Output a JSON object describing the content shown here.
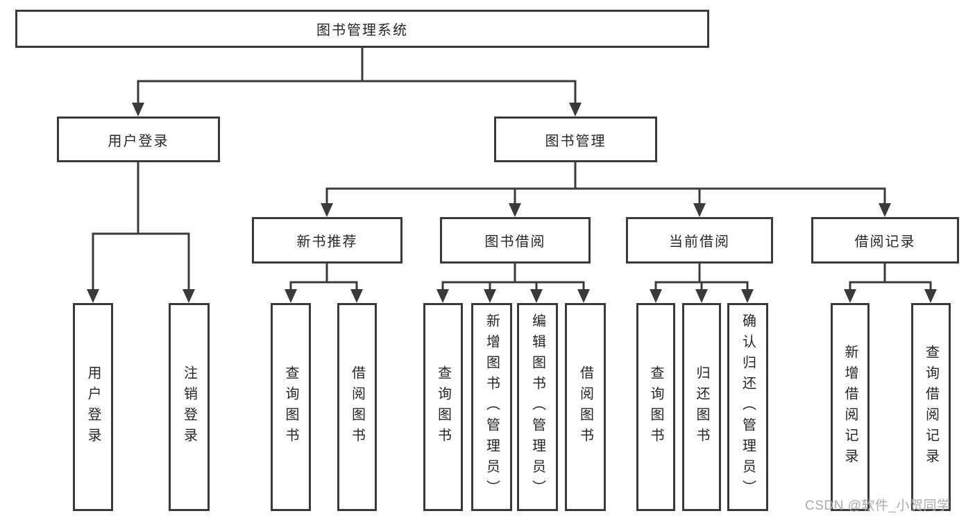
{
  "tree": {
    "root": {
      "label": "图书管理系统"
    },
    "login": {
      "label": "用户登录",
      "children": [
        "用户登录",
        "注销登录"
      ]
    },
    "manage": {
      "label": "图书管理",
      "sections": [
        {
          "label": "新书推荐",
          "children": [
            "查询图书",
            "借阅图书"
          ]
        },
        {
          "label": "图书借阅",
          "children": [
            "查询图书",
            "新增图书（管理员）",
            "编辑图书（管理员）",
            "借阅图书"
          ]
        },
        {
          "label": "当前借阅",
          "children": [
            "查询图书",
            "归还图书",
            "确认归还（管理员）"
          ]
        },
        {
          "label": "借阅记录",
          "children": [
            "新增借阅记录",
            "查询借阅记录"
          ]
        }
      ]
    }
  },
  "watermark": "CSDN @软件_小贺同学",
  "colors": {
    "line": "#3a3a3a",
    "text": "#262626",
    "watermark": "#ababab"
  }
}
